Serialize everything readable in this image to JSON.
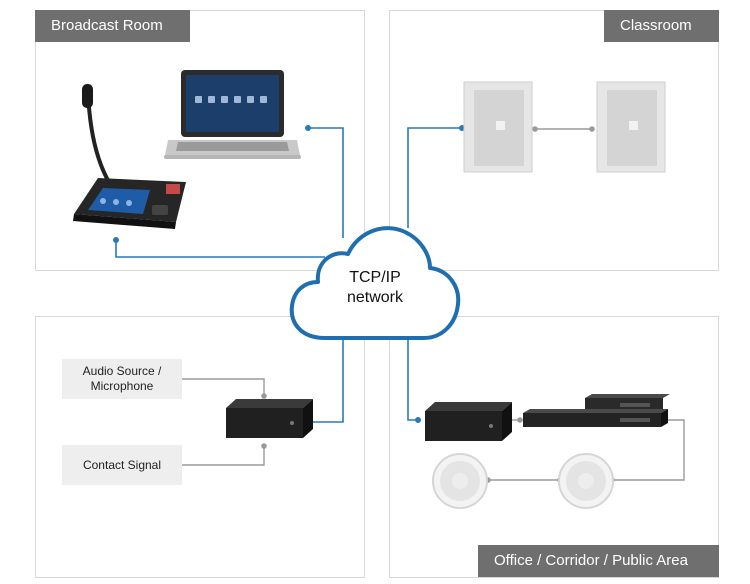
{
  "zones": {
    "broadcast_room": "Broadcast Room",
    "classroom": "Classroom",
    "office": "Office / Corridor / Public Area"
  },
  "cloud": {
    "line1": "TCP/IP",
    "line2": "network"
  },
  "inputs": {
    "audio_source_line1": "Audio Source /",
    "audio_source_line2": "Microphone",
    "contact_signal": "Contact Signal"
  },
  "colors": {
    "network_line": "#2a7ab8",
    "signal_line": "#9a9a9a",
    "label_bg": "#6f6f6f"
  },
  "icons": [
    "laptop-icon",
    "call-station-icon",
    "wall-speaker-icon",
    "interface-box-icon",
    "amplifier-icon",
    "ceiling-speaker-icon",
    "cloud-icon"
  ]
}
